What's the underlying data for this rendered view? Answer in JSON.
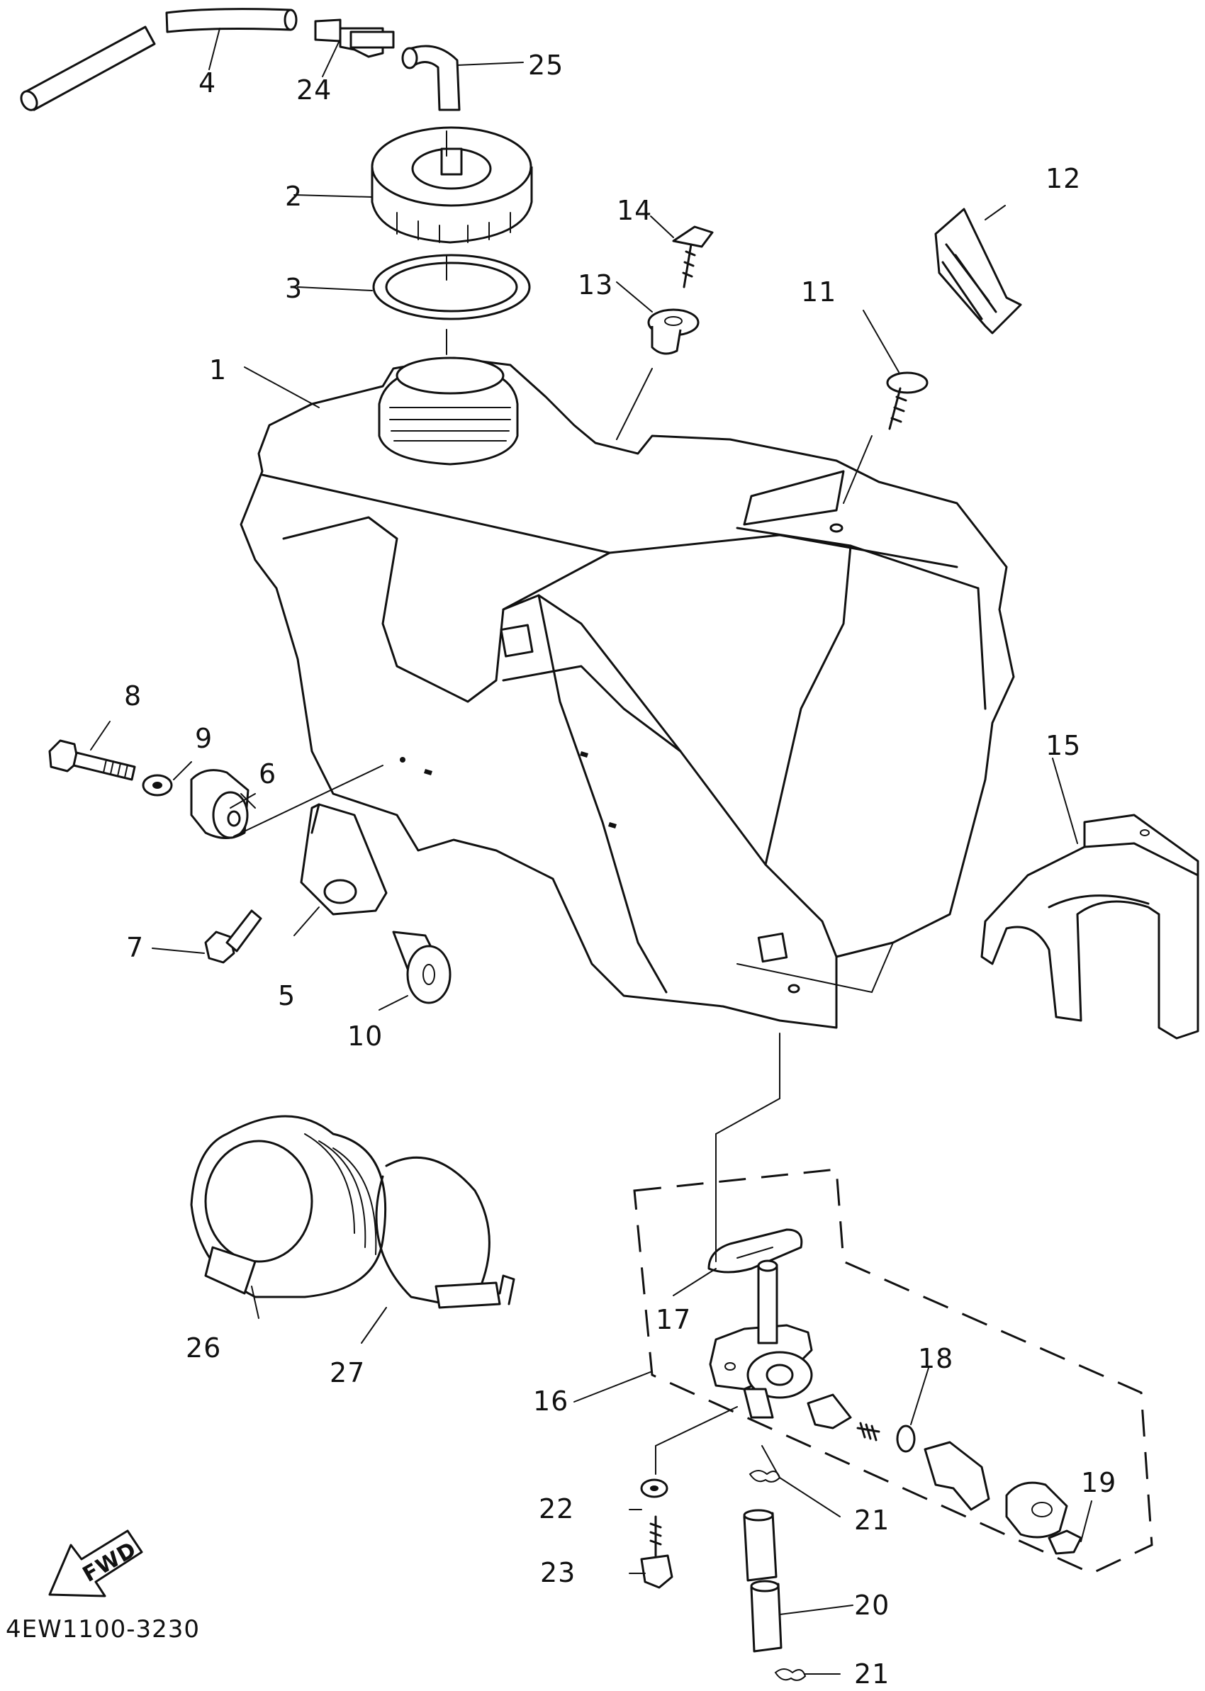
{
  "diagram_code": "4EW1100-3230",
  "direction_label": "FWD",
  "callouts": [
    {
      "id": "c1",
      "text": "1"
    },
    {
      "id": "c2",
      "text": "2"
    },
    {
      "id": "c3",
      "text": "3"
    },
    {
      "id": "c4",
      "text": "4"
    },
    {
      "id": "c5",
      "text": "5"
    },
    {
      "id": "c6",
      "text": "6"
    },
    {
      "id": "c7",
      "text": "7"
    },
    {
      "id": "c8",
      "text": "8"
    },
    {
      "id": "c9",
      "text": "9"
    },
    {
      "id": "c10",
      "text": "10"
    },
    {
      "id": "c11",
      "text": "11"
    },
    {
      "id": "c12",
      "text": "12"
    },
    {
      "id": "c13",
      "text": "13"
    },
    {
      "id": "c14",
      "text": "14"
    },
    {
      "id": "c15",
      "text": "15"
    },
    {
      "id": "c16",
      "text": "16"
    },
    {
      "id": "c17",
      "text": "17"
    },
    {
      "id": "c18",
      "text": "18"
    },
    {
      "id": "c19",
      "text": "19"
    },
    {
      "id": "c20",
      "text": "20"
    },
    {
      "id": "c21a",
      "text": "21"
    },
    {
      "id": "c21b",
      "text": "21"
    },
    {
      "id": "c22",
      "text": "22"
    },
    {
      "id": "c23",
      "text": "23"
    },
    {
      "id": "c24",
      "text": "24"
    },
    {
      "id": "c25",
      "text": "25"
    },
    {
      "id": "c26",
      "text": "26"
    },
    {
      "id": "c27",
      "text": "27"
    }
  ]
}
